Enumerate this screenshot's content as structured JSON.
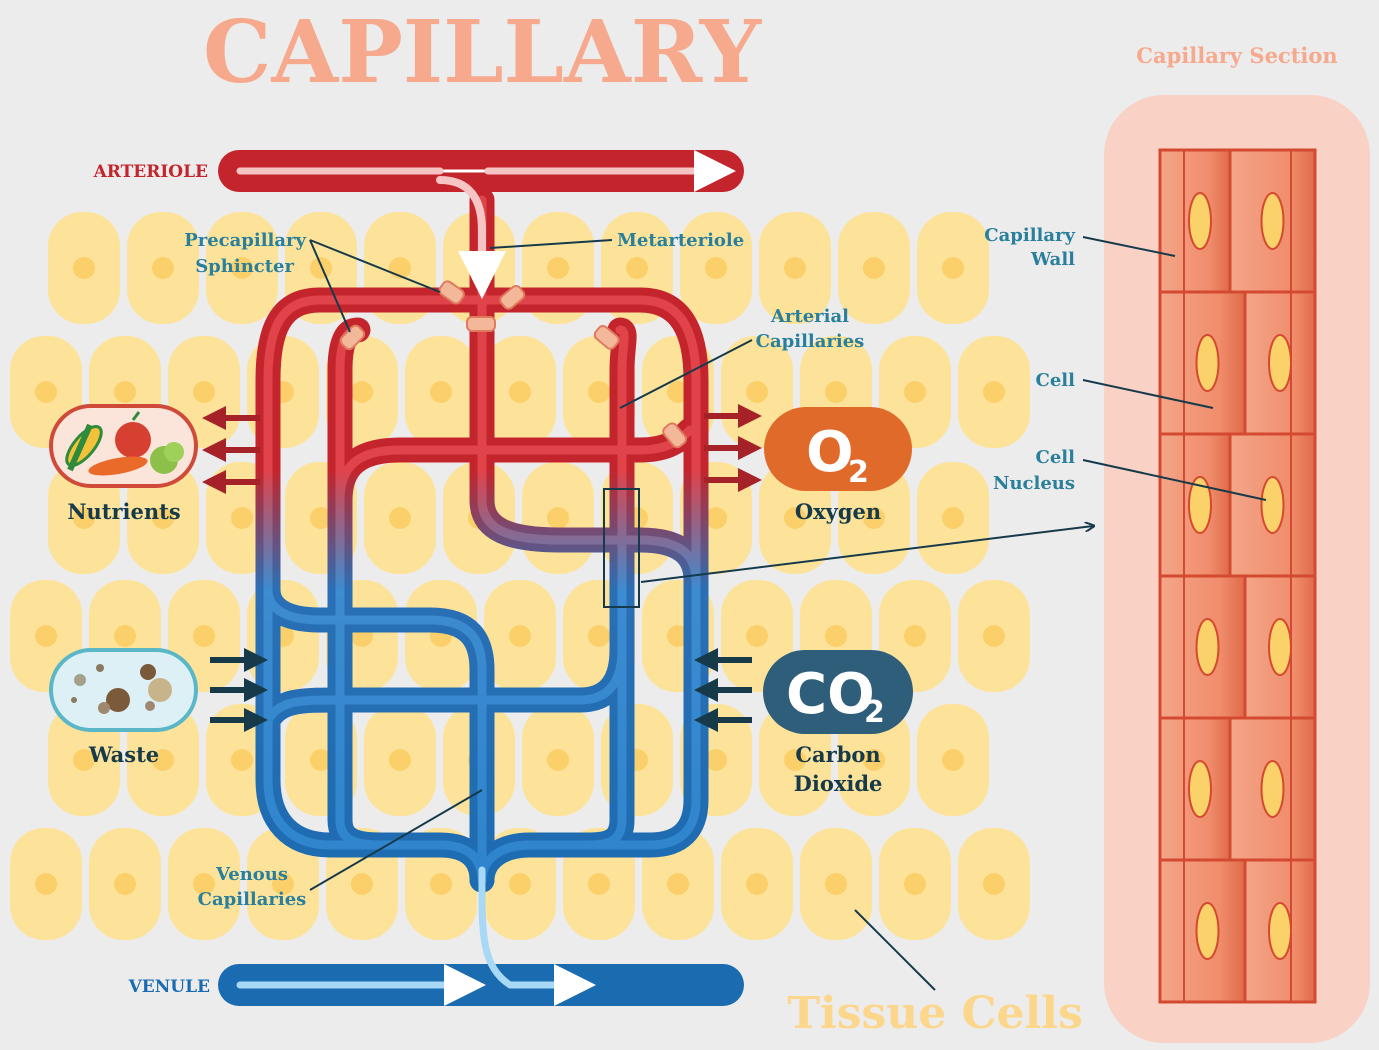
{
  "title": "CAPILLARY",
  "section_title": "Capillary Section",
  "vessels": {
    "arteriole": "ARTERIOLE",
    "venule": "VENULE"
  },
  "labels": {
    "precapillary_1": "Precapillary",
    "precapillary_2": "Sphincter",
    "metarteriole": "Metarteriole",
    "arterial_1": "Arterial",
    "arterial_2": "Capillaries",
    "venous_1": "Venous",
    "venous_2": "Capillaries",
    "tissue": "Tissue Cells"
  },
  "exchange": {
    "nutrients": "Nutrients",
    "waste": "Waste",
    "oxygen": "Oxygen",
    "oxygen_symbol": "O",
    "oxygen_sub": "2",
    "co2_1": "Carbon",
    "co2_2": "Dioxide",
    "co2_symbol": "CO",
    "co2_sub": "2"
  },
  "section_labels": {
    "wall_1": "Capillary",
    "wall_2": "Wall",
    "cell": "Cell",
    "nucleus_1": "Cell",
    "nucleus_2": "Nucleus"
  },
  "colors": {
    "background": "#ececed",
    "artery": "#c4252d",
    "vein": "#1a6bb0",
    "tissue": "#fde39a",
    "title": "#f6a98c",
    "label": "#2a7f9a",
    "dark": "#163a4a"
  }
}
